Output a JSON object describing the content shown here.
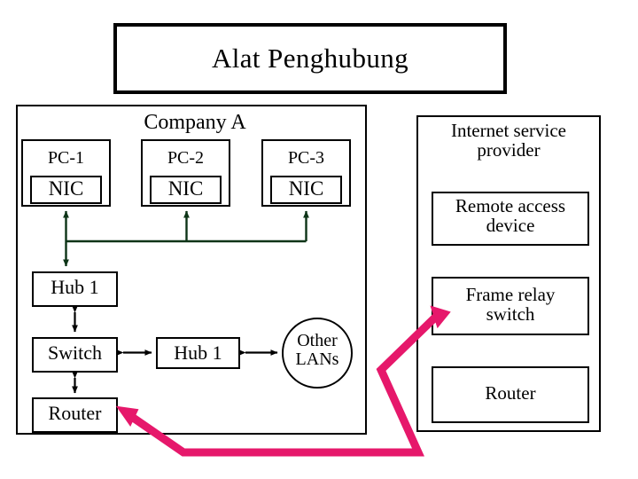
{
  "title": {
    "text": "Alat Penghubung"
  },
  "company": {
    "name": "Company A",
    "pcs": [
      {
        "name": "PC-1",
        "nic": "NIC"
      },
      {
        "name": "PC-2",
        "nic": "NIC"
      },
      {
        "name": "PC-3",
        "nic": "NIC"
      }
    ],
    "devices": {
      "hub_top": "Hub 1",
      "switch": "Switch",
      "router": "Router",
      "hub_mid": "Hub 1",
      "other_lans": "Other\nLANs"
    }
  },
  "isp": {
    "name": "Internet service\nprovider",
    "devices": [
      {
        "label": "Remote access\ndevice"
      },
      {
        "label": "Frame relay\nswitch"
      },
      {
        "label": "Router"
      }
    ]
  },
  "colors": {
    "background": "#ffffff",
    "outline": "#000000",
    "lan_connector": "#0d3417",
    "wan_link": "#e6186b"
  }
}
